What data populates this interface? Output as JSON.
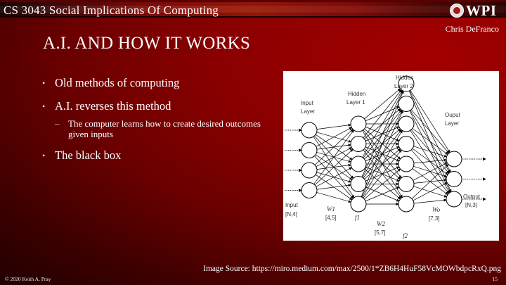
{
  "header": {
    "course_title": "CS 3043 Social Implications Of Computing",
    "logo_text": "WPI",
    "logo_icon": "wpi-seal-icon",
    "author": "Chris DeFranco"
  },
  "slide": {
    "title": "A.I. AND HOW IT WORKS",
    "bullets": [
      {
        "text": "Old methods of computing"
      },
      {
        "text": "A.I. reverses this method",
        "sub": [
          "The computer learns how to create desired outcomes given inputs"
        ]
      },
      {
        "text": "The black box"
      }
    ],
    "sub_marker": "–"
  },
  "figure": {
    "description": "Neural network diagram",
    "labels": {
      "input_layer": [
        "Input",
        "Layer"
      ],
      "hidden1": [
        "Hidden",
        "Layer 1"
      ],
      "hidden2": [
        "Hidden",
        "Layer 2"
      ],
      "output_layer": [
        "Ouput",
        "Layer"
      ],
      "input_dim": [
        "Input",
        "[N,4]"
      ],
      "w1": [
        "W1",
        "[4,5]"
      ],
      "f1": "f1",
      "w2": [
        "W2",
        "[5,7]"
      ],
      "f2": "f2",
      "wo": [
        "Wo",
        "[7,3]"
      ],
      "output_dim": [
        "Output",
        "[N,3]"
      ]
    },
    "layers": [
      4,
      5,
      7,
      3
    ]
  },
  "footer": {
    "image_source": "Image Source: https://miro.medium.com/max/2500/1*ZB6H4HuF58VcMOWbdpcRxQ.png",
    "copyright": "© 2020 Keith A. Pray",
    "page_number": "15"
  },
  "colors": {
    "background_dark": "#250000",
    "background_accent": "#a30000",
    "text": "#ffffff"
  }
}
